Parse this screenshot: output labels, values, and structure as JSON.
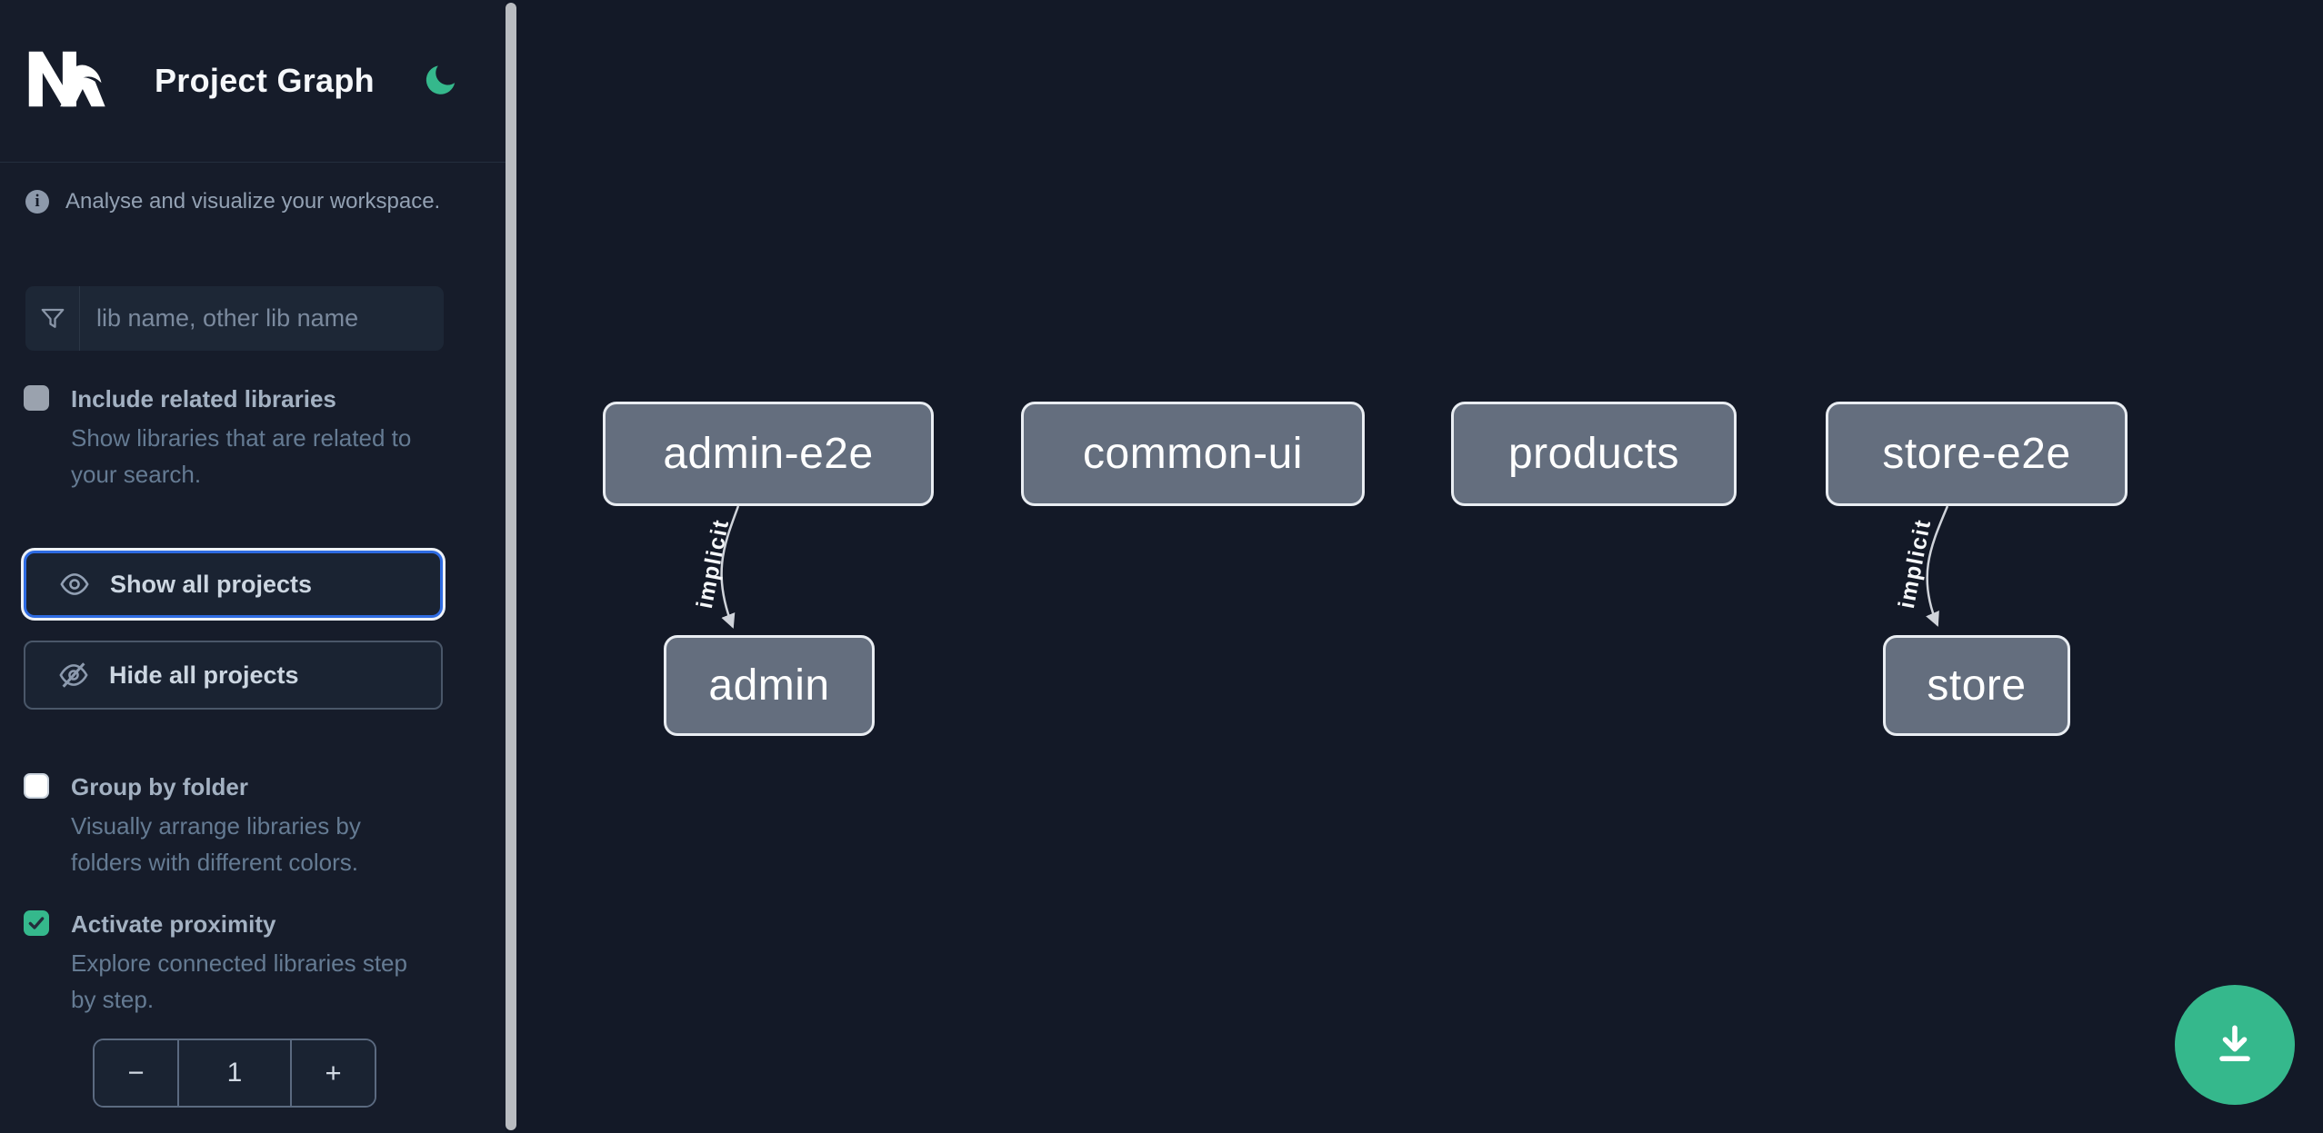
{
  "header": {
    "title": "Project Graph",
    "logo_icon": "nx-logo",
    "theme_icon": "moon-icon"
  },
  "sidebar": {
    "info_text": "Analyse and visualize your workspace.",
    "info_icon": "info-icon",
    "search": {
      "placeholder": "lib name, other lib name",
      "value": "",
      "icon": "funnel-icon"
    },
    "toggles": [
      {
        "label": "Include related libraries",
        "description": "Show libraries that are related to your search.",
        "checked": false
      },
      {
        "label": "Group by folder",
        "description": "Visually arrange libraries by folders with different colors.",
        "checked": false
      },
      {
        "label": "Activate proximity",
        "description": "Explore connected libraries step by step.",
        "checked": true
      }
    ],
    "buttons": [
      {
        "label": "Show all projects",
        "icon": "eye-icon",
        "focused": true
      },
      {
        "label": "Hide all projects",
        "icon": "eye-off-icon",
        "focused": false
      }
    ],
    "stepper": {
      "decrement": "−",
      "value": "1",
      "increment": "+"
    }
  },
  "graph": {
    "nodes": [
      {
        "id": "admin-e2e",
        "label": "admin-e2e"
      },
      {
        "id": "common-ui",
        "label": "common-ui"
      },
      {
        "id": "products",
        "label": "products"
      },
      {
        "id": "store-e2e",
        "label": "store-e2e"
      },
      {
        "id": "admin",
        "label": "admin"
      },
      {
        "id": "store",
        "label": "store"
      }
    ],
    "edges": [
      {
        "from": "admin-e2e",
        "to": "admin",
        "label": "implicit",
        "type": "implicit"
      },
      {
        "from": "store-e2e",
        "to": "store",
        "label": "implicit",
        "type": "implicit"
      }
    ]
  },
  "fab": {
    "icon": "download-icon"
  },
  "colors": {
    "sidebar-bg": "#161c2a",
    "canvas-bg": "#131927",
    "accent-blue": "#2e6be2",
    "brand-green": "#35b88c",
    "node-fill": "#646e7e",
    "node-border": "#e9edf2",
    "edge": "#cfd3da"
  }
}
